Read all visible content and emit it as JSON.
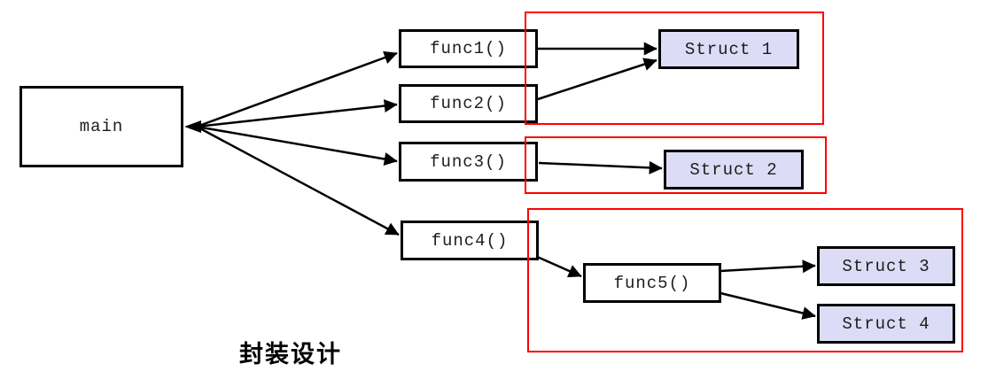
{
  "title": "封装设计",
  "nodes": {
    "main": {
      "label": "main"
    },
    "func1": {
      "label": "func1()"
    },
    "func2": {
      "label": "func2()"
    },
    "func3": {
      "label": "func3()"
    },
    "func4": {
      "label": "func4()"
    },
    "func5": {
      "label": "func5()"
    },
    "struct1": {
      "label": "Struct 1"
    },
    "struct2": {
      "label": "Struct 2"
    },
    "struct3": {
      "label": "Struct 3"
    },
    "struct4": {
      "label": "Struct 4"
    }
  },
  "edges": [
    {
      "from": "main",
      "to": "func1"
    },
    {
      "from": "main",
      "to": "func2"
    },
    {
      "from": "main",
      "to": "func3"
    },
    {
      "from": "main",
      "to": "func4"
    },
    {
      "from": "func1",
      "to": "struct1"
    },
    {
      "from": "func2",
      "to": "struct1"
    },
    {
      "from": "func3",
      "to": "struct2"
    },
    {
      "from": "func4",
      "to": "func5"
    },
    {
      "from": "func5",
      "to": "struct3"
    },
    {
      "from": "func5",
      "to": "struct4"
    }
  ],
  "main_fan_reverse_arrowhead": true,
  "groups": [
    {
      "name": "group-1",
      "contains": [
        "Struct 1"
      ]
    },
    {
      "name": "group-2",
      "contains": [
        "Struct 2"
      ]
    },
    {
      "name": "group-3",
      "contains": [
        "func5()",
        "Struct 3",
        "Struct 4"
      ]
    }
  ],
  "colors": {
    "node_border": "#000000",
    "func_fill": "#ffffff",
    "struct_fill": "#dcdcf6",
    "group_outline": "#ff0000",
    "arrow": "#000000",
    "text": "#1c1c1c"
  }
}
